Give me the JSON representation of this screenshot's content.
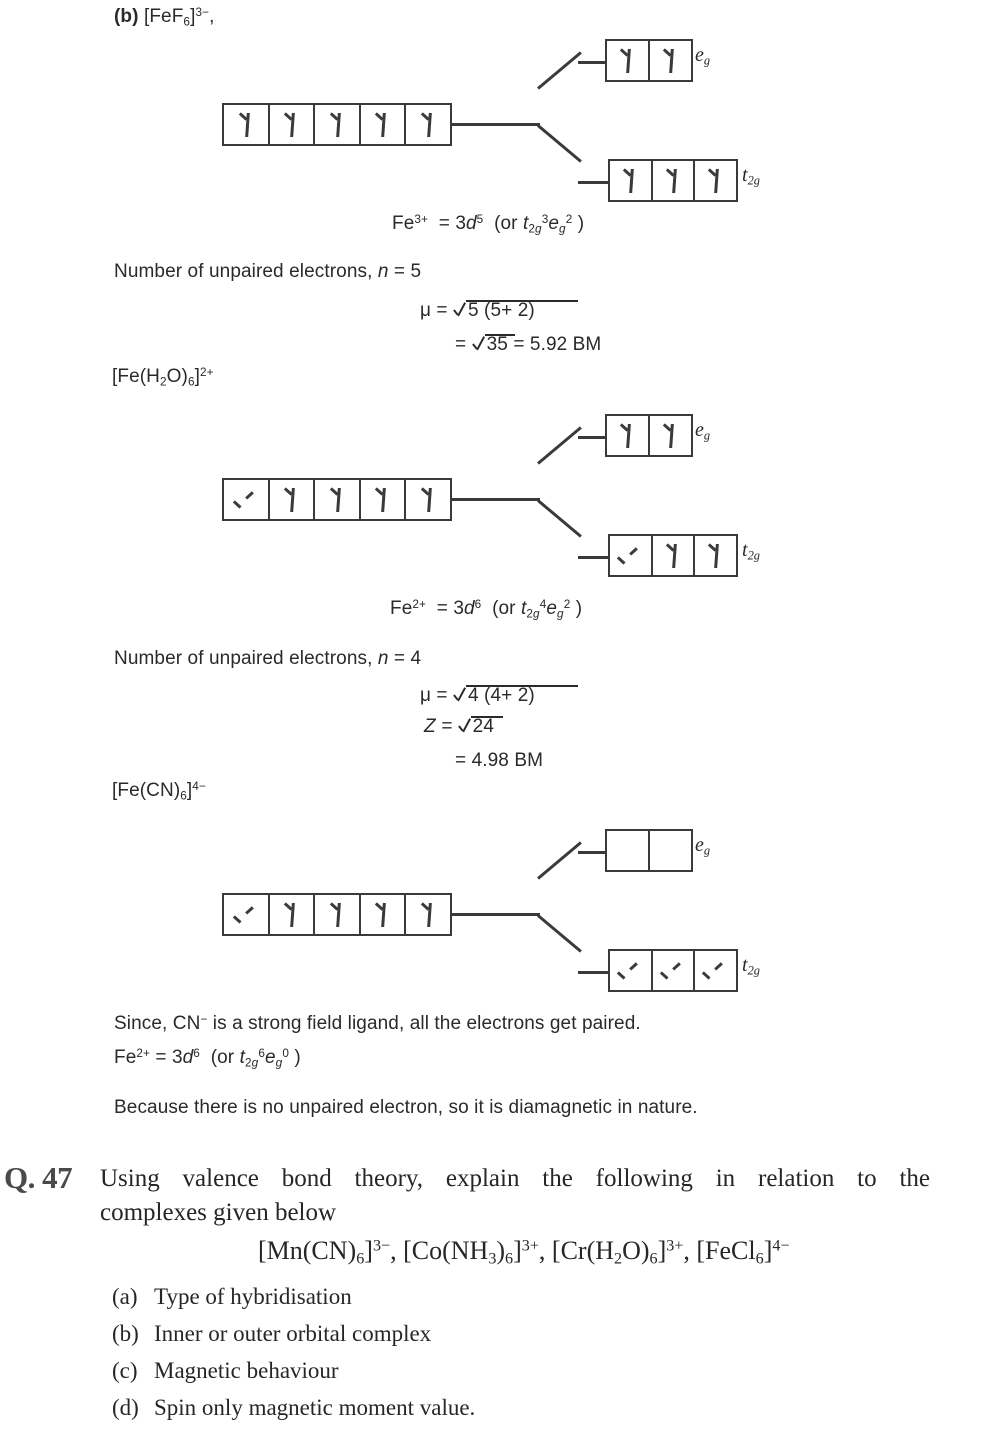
{
  "part_label": {
    "marker": "(b)",
    "formula_html": "[FeF<sub>6</sub>]<sup>3−</sup>,"
  },
  "diagrams": [
    {
      "name": "fef6-3minus",
      "main_row": [
        "up",
        "up",
        "up",
        "up",
        "up"
      ],
      "eg": {
        "label": "e",
        "sub": "g",
        "cells": [
          "up",
          "up"
        ]
      },
      "t2g": {
        "label": "t",
        "sub": "2g",
        "cells": [
          "up",
          "up",
          "up"
        ]
      }
    },
    {
      "name": "fe-h2o-6-2plus",
      "main_row": [
        "updown",
        "up",
        "up",
        "up",
        "up"
      ],
      "eg": {
        "label": "e",
        "sub": "g",
        "cells": [
          "up",
          "up"
        ]
      },
      "t2g": {
        "label": "t",
        "sub": "2g",
        "cells": [
          "updown",
          "up",
          "up"
        ]
      }
    },
    {
      "name": "fe-cn-6-4minus",
      "main_row": [
        "updown",
        "up",
        "up",
        "up",
        "up"
      ],
      "eg": {
        "label": "e",
        "sub": "g",
        "cells": [
          "",
          ""
        ]
      },
      "t2g": {
        "label": "t",
        "sub": "2g",
        "cells": [
          "updown",
          "updown",
          "updown"
        ]
      }
    }
  ],
  "block1": {
    "config_html": "Fe<sup>3+</sup> &nbsp;= 3<i>d</i><sup>5</sup> &nbsp;(or <i>t</i><sub>2<i>g</i></sub><sup>3</sup><i>e</i><sub><i>g</i></sub><sup>2</sup> )",
    "unpaired_html": "Number of unpaired electrons, <i>n</i> = 5",
    "mu_label": "μ =",
    "mu_radicand": "5 (5+ 2)",
    "result_prefix": "=",
    "result_radicand": "35",
    "result_value": "= 5.92 BM"
  },
  "label2_html": "[Fe(H<sub>2</sub>O)<sub>6</sub>]<sup>2+</sup>",
  "block2": {
    "config_html": "Fe<sup>2+</sup> &nbsp;= 3<i>d</i><sup>6</sup> &nbsp;(or <i>t</i><sub>2<i>g</i></sub><sup>4</sup><i>e</i><sub><i>g</i></sub><sup>2</sup> )",
    "unpaired_html": "Number of unpaired electrons, <i>n</i> = 4",
    "mu_label": "μ =",
    "mu_radicand": "4 (4+ 2)",
    "z_label": "Z =",
    "z_radicand": "24",
    "result_value": "= 4.98 BM"
  },
  "label3_html": "[Fe(CN)<sub>6</sub>]<sup>4−</sup>",
  "block3": {
    "note_html": "Since, CN<sup>−</sup> is a strong field ligand, all the electrons get paired.",
    "config_html": "Fe<sup>2+</sup> = 3<i>d</i><sup>6</sup> &nbsp;(or <i>t</i><sub>2<i>g</i></sub><sup>6</sup><i>e</i><sub><i>g</i></sub><sup>0</sup> )",
    "conclusion": "Because there is no unpaired electron, so it is diamagnetic in nature."
  },
  "question": {
    "q_prefix": "Q.",
    "q_number": "47",
    "line1": "Using valence bond theory, explain the following in relation to the",
    "line2": "complexes given below",
    "formula_html": "[Mn(CN)<sub>6</sub>]<sup>3−</sup>, [Co(NH<sub>3</sub>)<sub>6</sub>]<sup>3+</sup>, [Cr(H<sub>2</sub>O)<sub>6</sub>]<sup>3+</sup>, [FeCl<sub>6</sub>]<sup>4−</sup>",
    "items": [
      {
        "mark": "(a)",
        "text": "Type of hybridisation"
      },
      {
        "mark": "(b)",
        "text": "Inner or outer orbital complex"
      },
      {
        "mark": "(c)",
        "text": "Magnetic behaviour"
      },
      {
        "mark": "(d)",
        "text": "Spin only magnetic moment value."
      }
    ]
  }
}
